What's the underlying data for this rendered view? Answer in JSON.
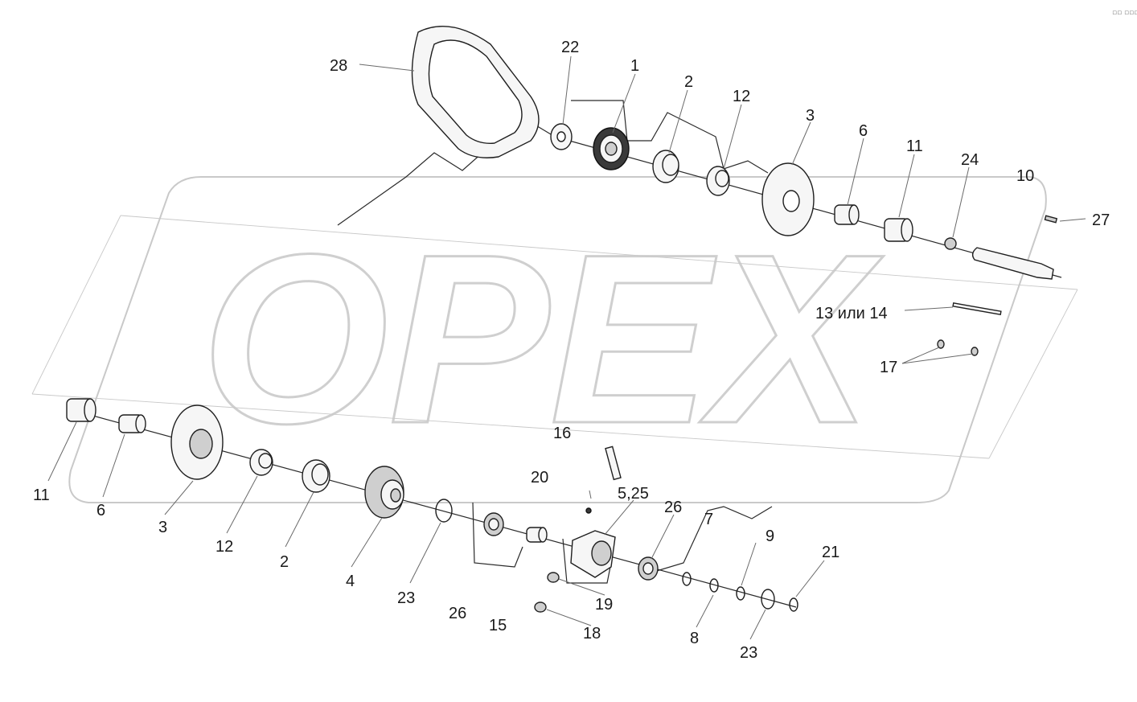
{
  "watermark": "OPEX",
  "corner_mark": "▫▫ ▫▫▫",
  "labels": {
    "l28": "28",
    "l22": "22",
    "l1": "1",
    "l2a": "2",
    "l12a": "12",
    "l3a": "3",
    "l6a": "6",
    "l11a": "11",
    "l24": "24",
    "l10": "10",
    "l27": "27",
    "l13": "13 или 14",
    "l17": "17",
    "l11b": "11",
    "l6b": "6",
    "l3b": "3",
    "l12b": "12",
    "l2b": "2",
    "l4": "4",
    "l23a": "23",
    "l26a": "26",
    "l15": "15",
    "l16": "16",
    "l20": "20",
    "l525": "5,25",
    "l26b": "26",
    "l7": "7",
    "l9": "9",
    "l21": "21",
    "l19": "19",
    "l18": "18",
    "l8": "8",
    "l23b": "23"
  }
}
